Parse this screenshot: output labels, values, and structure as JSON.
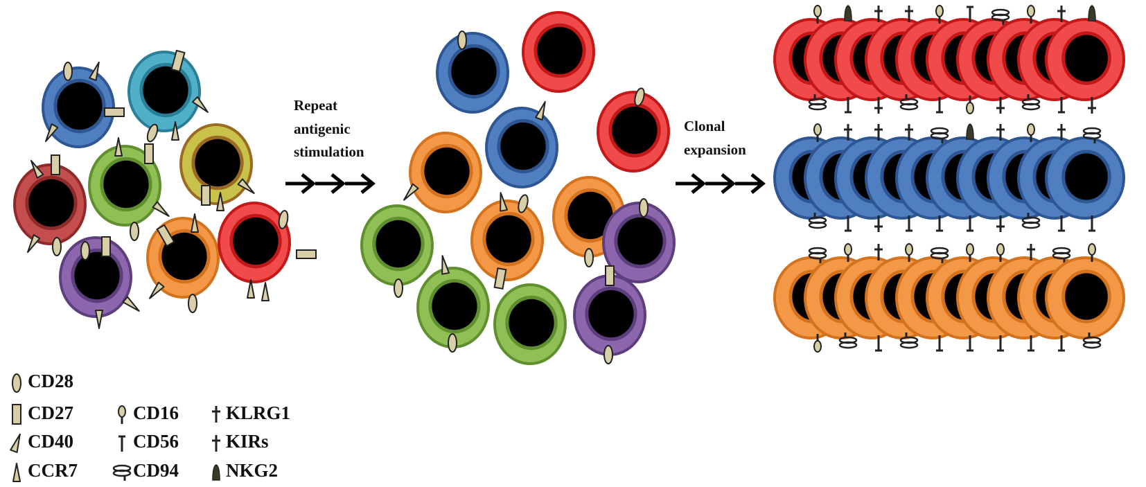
{
  "labels": {
    "step1": [
      "Repeat",
      "antigenic",
      "stimulation"
    ],
    "step2": [
      "Clonal",
      "expansion"
    ]
  },
  "legend": [
    {
      "marker": "CD28",
      "icon": "oval-receptor-icon"
    },
    {
      "marker": "CD27",
      "icon": "rectangle-receptor-icon"
    },
    {
      "marker": "CD40",
      "icon": "slanted-spike-icon"
    },
    {
      "marker": "CCR7",
      "icon": "triangle-spike-icon"
    },
    {
      "marker": "CD16",
      "icon": "lollipop-receptor-icon"
    },
    {
      "marker": "CD56",
      "icon": "hook-receptor-icon"
    },
    {
      "marker": "CD94",
      "icon": "coil-receptor-icon"
    },
    {
      "marker": "KLRG1",
      "icon": "dagger-receptor-icon"
    },
    {
      "marker": "KIRs",
      "icon": "cross-receptor-icon"
    },
    {
      "marker": "NKG2",
      "icon": "bell-receptor-icon"
    }
  ],
  "colors": {
    "nucleus": "#000000",
    "receptor_fill": "#d8cfa8",
    "receptor_dark": "#222222",
    "arrow": "#000000",
    "cell_palette": {
      "blue": [
        "#4f7fc0",
        "#2e5693"
      ],
      "teal": [
        "#4fb0c8",
        "#2a7f98"
      ],
      "yellow": [
        "#c8c24a",
        "#9a6a22"
      ],
      "green": [
        "#8fbf55",
        "#5f8f2e"
      ],
      "darkred": [
        "#c44e4e",
        "#8e2a2a"
      ],
      "purple": [
        "#8c67ad",
        "#5e3f7e"
      ],
      "orange": [
        "#f39846",
        "#d4721e"
      ],
      "red": [
        "#f04a4a",
        "#c41818"
      ]
    }
  },
  "clone_rows": [
    "red",
    "blue",
    "orange"
  ]
}
